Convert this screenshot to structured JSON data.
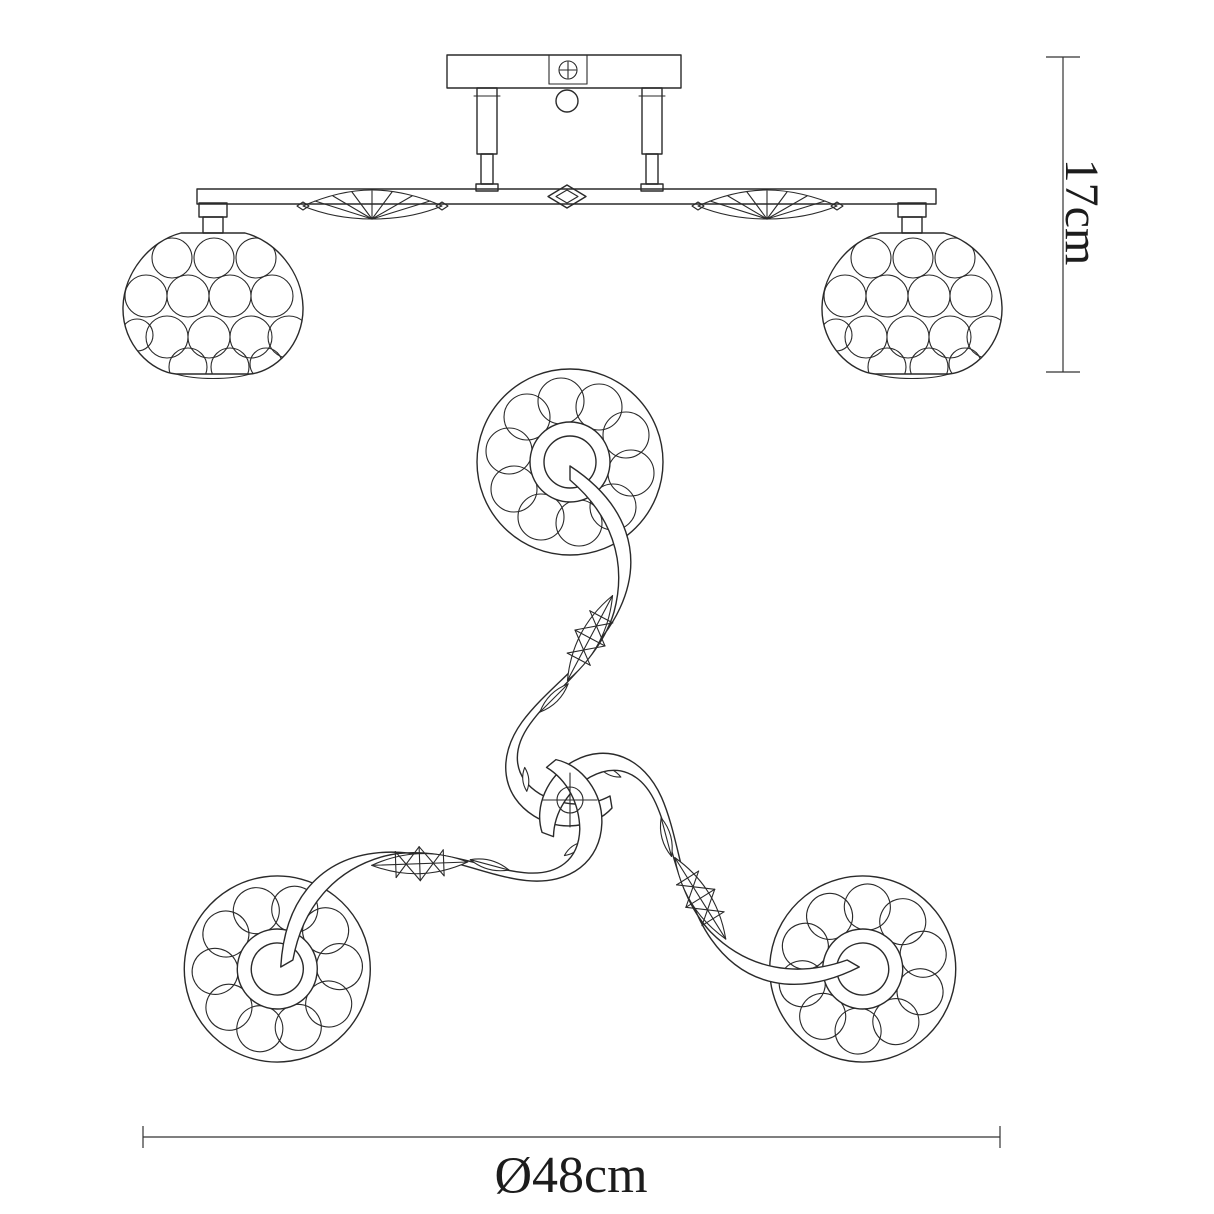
{
  "canvas": {
    "background": "#ffffff",
    "line_color": "#2a2a2a"
  },
  "drawing": {
    "type": "technical-line-drawing",
    "views": {
      "side_elevation": "ceiling light side view",
      "plan": "ceiling light plan view"
    }
  },
  "annotations": {
    "height_label": "17cm",
    "diameter_label": "Ø48cm"
  }
}
